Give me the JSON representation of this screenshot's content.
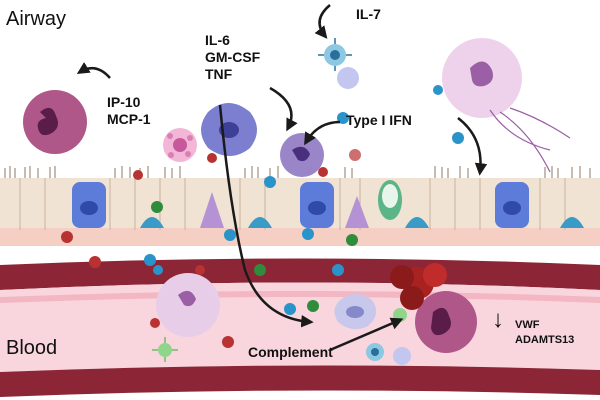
{
  "regions": {
    "airway": "Airway",
    "blood": "Blood"
  },
  "labels": {
    "il7": "IL-7",
    "ip10": "IP-10",
    "mcp1": "MCP-1",
    "il6": "IL-6",
    "gmcsf": "GM-CSF",
    "tnf": "TNF",
    "type1ifn": "Type I IFN",
    "complement": "Complement",
    "vwf": "VWF",
    "adamts13": "ADAMTS13"
  },
  "symbols": {
    "down_arrow": "↓"
  },
  "colors": {
    "epithelium": "#f1e3d3",
    "basement": "#f5cfc4",
    "vessel_wall": "#8c2636",
    "vessel_lumen": "#f9d6dd",
    "neutrophil": "#b0578a",
    "macrophage": "#e8cde8",
    "cytokine_red": "#b93232",
    "cytokine_blue": "#2a93c9",
    "cytokine_green": "#2f8c3c",
    "arrow": "#1a1a1a"
  },
  "icons": [
    "neutrophil-icon",
    "macrophage-icon",
    "mast-cell-icon",
    "t-cell-icon",
    "monocyte-icon",
    "platelet-icon",
    "clot-icon",
    "epithelial-cell-icon",
    "goblet-cell-icon",
    "cytokine-particle-icon",
    "arrow-icon"
  ]
}
